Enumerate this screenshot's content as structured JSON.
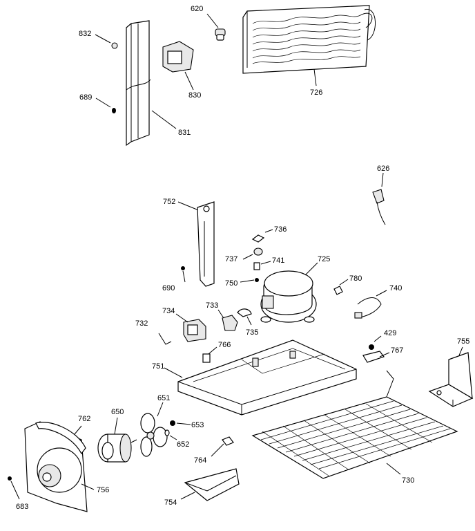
{
  "diagram": {
    "parts": [
      {
        "id": "p620",
        "label": "620"
      },
      {
        "id": "p726",
        "label": "726"
      },
      {
        "id": "p832",
        "label": "832"
      },
      {
        "id": "p830",
        "label": "830"
      },
      {
        "id": "p689",
        "label": "689"
      },
      {
        "id": "p831",
        "label": "831"
      },
      {
        "id": "p626",
        "label": "626"
      },
      {
        "id": "p752",
        "label": "752"
      },
      {
        "id": "p736",
        "label": "736"
      },
      {
        "id": "p737",
        "label": "737"
      },
      {
        "id": "p741",
        "label": "741"
      },
      {
        "id": "p725",
        "label": "725"
      },
      {
        "id": "p750",
        "label": "750"
      },
      {
        "id": "p690",
        "label": "690"
      },
      {
        "id": "p780",
        "label": "780"
      },
      {
        "id": "p740",
        "label": "740"
      },
      {
        "id": "p734",
        "label": "734"
      },
      {
        "id": "p733",
        "label": "733"
      },
      {
        "id": "p732",
        "label": "732"
      },
      {
        "id": "p735",
        "label": "735"
      },
      {
        "id": "p766",
        "label": "766"
      },
      {
        "id": "p429",
        "label": "429"
      },
      {
        "id": "p767",
        "label": "767"
      },
      {
        "id": "p755",
        "label": "755"
      },
      {
        "id": "p751",
        "label": "751"
      },
      {
        "id": "p651",
        "label": "651"
      },
      {
        "id": "p650",
        "label": "650"
      },
      {
        "id": "p762",
        "label": "762"
      },
      {
        "id": "p653",
        "label": "653"
      },
      {
        "id": "p652",
        "label": "652"
      },
      {
        "id": "p764",
        "label": "764"
      },
      {
        "id": "p730",
        "label": "730"
      },
      {
        "id": "p756",
        "label": "756"
      },
      {
        "id": "p683",
        "label": "683"
      },
      {
        "id": "p754",
        "label": "754"
      }
    ]
  }
}
